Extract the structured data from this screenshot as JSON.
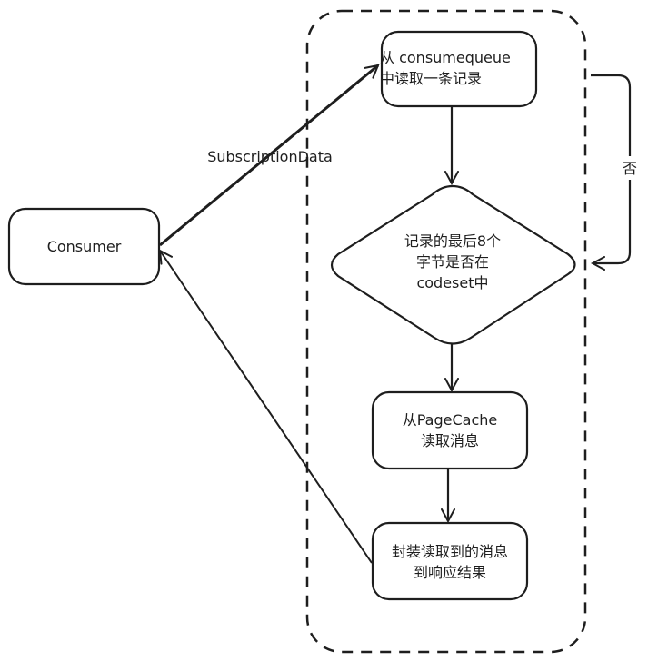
{
  "diagram": {
    "nodes": {
      "consumer": {
        "label": "Consumer"
      },
      "read_record": {
        "label": "从 consumequeue\n中读取一条记录"
      },
      "decision": {
        "label": "记录的最后8个\n字节是否在\ncodeset中"
      },
      "read_pagecache": {
        "label": "从PageCache\n读取消息"
      },
      "wrap_result": {
        "label": "封装读取到的消息\n到响应结果"
      }
    },
    "edges": {
      "subscription": {
        "label": "SubscriptionData"
      },
      "no_loop": {
        "label": "否"
      }
    },
    "colors": {
      "stroke": "#1e1e1e",
      "background": "#ffffff"
    }
  }
}
